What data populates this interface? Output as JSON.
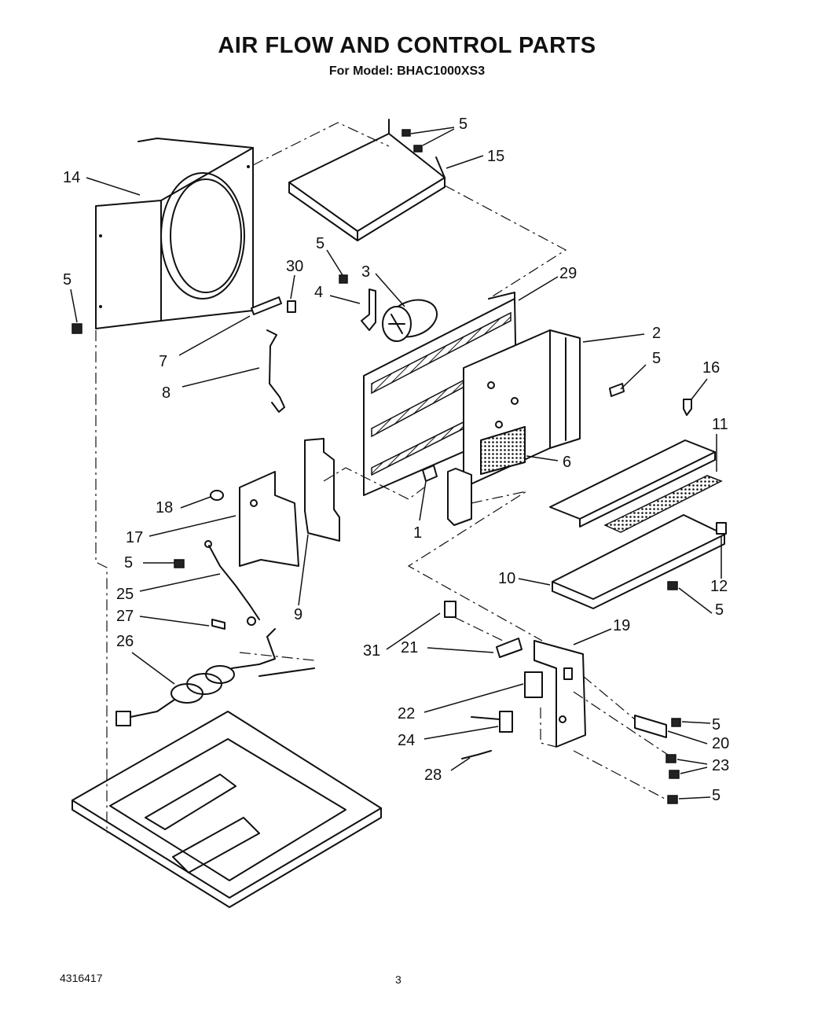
{
  "header": {
    "title": "AIR FLOW AND CONTROL PARTS",
    "subtitle": "For Model: BHAC1000XS3"
  },
  "footer": {
    "doc_number": "4316417",
    "page_number": "3"
  },
  "callouts": [
    {
      "id": "c-5a",
      "label": "5"
    },
    {
      "id": "c-15",
      "label": "15"
    },
    {
      "id": "c-14",
      "label": "14"
    },
    {
      "id": "c-5b",
      "label": "5"
    },
    {
      "id": "c-30",
      "label": "30"
    },
    {
      "id": "c-3",
      "label": "3"
    },
    {
      "id": "c-29",
      "label": "29"
    },
    {
      "id": "c-5c",
      "label": "5"
    },
    {
      "id": "c-4",
      "label": "4"
    },
    {
      "id": "c-7",
      "label": "7"
    },
    {
      "id": "c-2",
      "label": "2"
    },
    {
      "id": "c-5d",
      "label": "5"
    },
    {
      "id": "c-16",
      "label": "16"
    },
    {
      "id": "c-8",
      "label": "8"
    },
    {
      "id": "c-11",
      "label": "11"
    },
    {
      "id": "c-6",
      "label": "6"
    },
    {
      "id": "c-18",
      "label": "18"
    },
    {
      "id": "c-17",
      "label": "17"
    },
    {
      "id": "c-1",
      "label": "1"
    },
    {
      "id": "c-5e",
      "label": "5"
    },
    {
      "id": "c-25",
      "label": "25"
    },
    {
      "id": "c-10",
      "label": "10"
    },
    {
      "id": "c-12",
      "label": "12"
    },
    {
      "id": "c-27",
      "label": "27"
    },
    {
      "id": "c-9",
      "label": "9"
    },
    {
      "id": "c-5f",
      "label": "5"
    },
    {
      "id": "c-26",
      "label": "26"
    },
    {
      "id": "c-19",
      "label": "19"
    },
    {
      "id": "c-31",
      "label": "31"
    },
    {
      "id": "c-21",
      "label": "21"
    },
    {
      "id": "c-22",
      "label": "22"
    },
    {
      "id": "c-5g",
      "label": "5"
    },
    {
      "id": "c-20",
      "label": "20"
    },
    {
      "id": "c-24",
      "label": "24"
    },
    {
      "id": "c-23",
      "label": "23"
    },
    {
      "id": "c-28",
      "label": "28"
    },
    {
      "id": "c-5h",
      "label": "5"
    }
  ]
}
